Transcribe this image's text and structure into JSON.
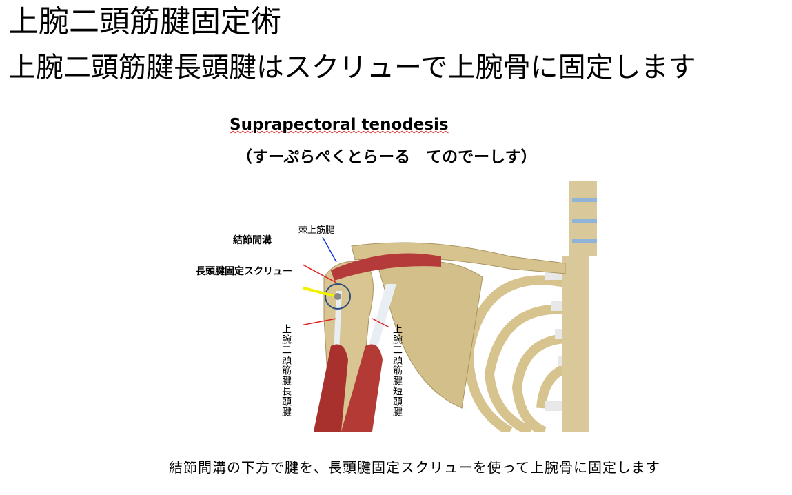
{
  "title": "上腕二頭筋腱固定術",
  "subtitle": "上腕二頭筋腱長頭腱はスクリューで上腕骨に固定します",
  "procedure_en": "Suprapectoral tenodesis",
  "procedure_kana": "（すーぷらぺくとらーる　てのでーしす）",
  "labels": {
    "supraspinatus": "棘上筋腱",
    "groove": "結節間溝",
    "screw": "長頭腱固定スクリュー",
    "long_head": "上腕二頭筋腱長頭腱",
    "short_head": "上腕二頭筋腱短頭腱"
  },
  "caption": "結節間溝の下方で腱を、長頭腱固定スクリューを使って上腕骨に固定します"
}
